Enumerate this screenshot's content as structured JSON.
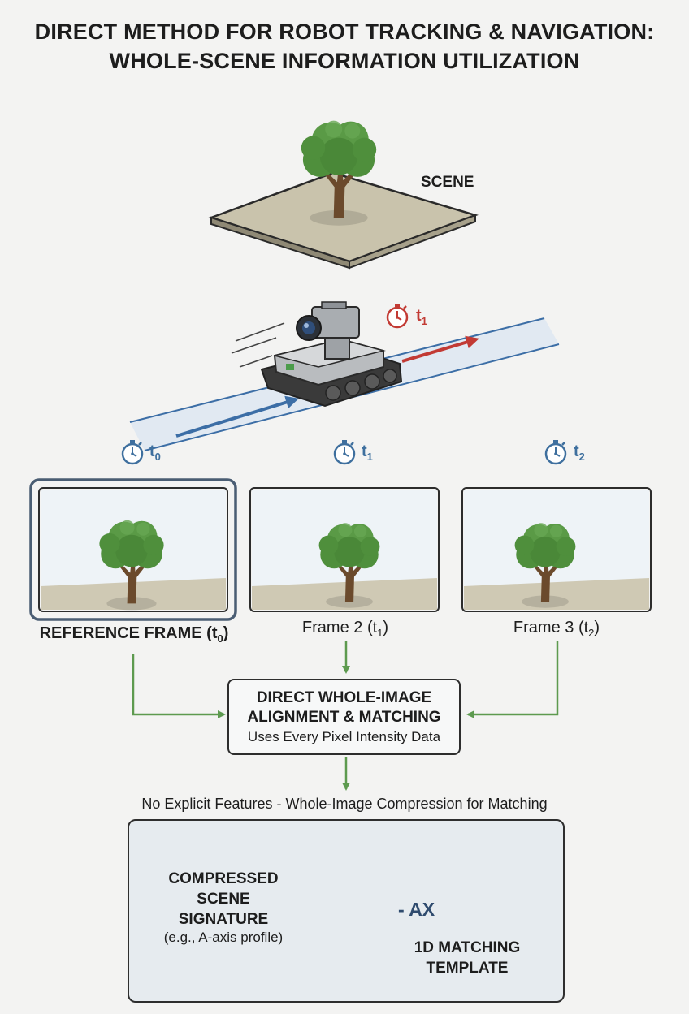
{
  "title": {
    "line1": "DIRECT METHOD FOR ROBOT TRACKING & NAVIGATION:",
    "line2": "WHOLE-SCENE INFORMATION UTILIZATION"
  },
  "scene": {
    "label": "SCENE"
  },
  "robot": {
    "time_label": "t",
    "time_sub": "1"
  },
  "timestamps": [
    {
      "label": "t",
      "sub": "0"
    },
    {
      "label": "t",
      "sub": "1"
    },
    {
      "label": "t",
      "sub": "2"
    }
  ],
  "frames": [
    {
      "label": "REFERENCE FRAME (t",
      "sub": "0",
      "close": ")"
    },
    {
      "label": "Frame 2 (t",
      "sub": "1",
      "close": ")"
    },
    {
      "label": "Frame 3 (t",
      "sub": "2",
      "close": ")"
    }
  ],
  "alignment_box": {
    "line1": "DIRECT WHOLE-IMAGE",
    "line2": "ALIGNMENT & MATCHING",
    "line3": "Uses Every Pixel Intensity Data"
  },
  "caption": "No Explicit Features - Whole-Image Compression for Matching",
  "signature": {
    "line1": "COMPRESSED",
    "line2": "SCENE",
    "line3": "SIGNATURE",
    "note": "(e.g., A-axis profile)",
    "axis_label": "- AX",
    "template_line1": "1D MATCHING",
    "template_line2": "TEMPLATE"
  },
  "colors": {
    "arrow_green": "#5d9a4f",
    "arrow_blue": "#3c6ea6",
    "arrow_red": "#c23a34",
    "tree_green": "#4f8f3c",
    "trunk": "#6b4a2c",
    "ground": "#cfc9b4",
    "clock_blue": "#3e6f9e",
    "clock_red": "#c23a34"
  }
}
